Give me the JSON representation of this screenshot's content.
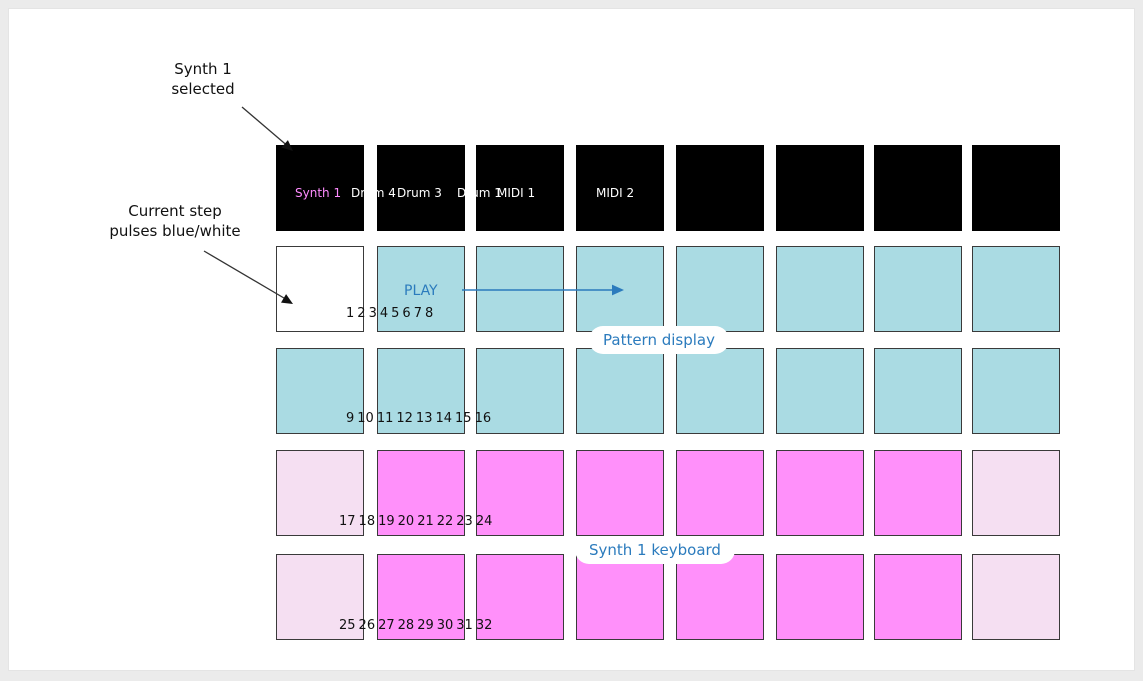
{
  "colors": {
    "black_pad": "#000000",
    "current_step": "#ffffff",
    "pattern": "#aadbe3",
    "key_bright": "#ff90fa",
    "key_pale": "#f5dff2",
    "accent_blue": "#2b7bbd",
    "selected_track_text": "#ff8cff"
  },
  "tracks": [
    "Synth 1",
    "Drum 4",
    "Drum 3",
    "Drum 1",
    "MIDI 1",
    "MIDI 2"
  ],
  "callouts": {
    "synth_selected": [
      "Synth 1",
      "selected"
    ],
    "current_step": [
      "Current step",
      "pulses blue/white"
    ]
  },
  "labels": {
    "play": "PLAY",
    "pattern_display": "Pattern display",
    "synth_keyboard": "Synth 1 keyboard"
  },
  "step_numbers": [
    [
      "1",
      "2",
      "3",
      "4",
      "5",
      "6",
      "7",
      "8"
    ],
    [
      "9",
      "10",
      "11",
      "12",
      "13",
      "14",
      "15",
      "16"
    ],
    [
      "17",
      "18",
      "19",
      "20",
      "21",
      "22",
      "23",
      "24"
    ],
    [
      "25",
      "26",
      "27",
      "28",
      "29",
      "30",
      "31",
      "32"
    ]
  ],
  "grid": [
    [
      "black",
      "black",
      "black",
      "black",
      "black",
      "black",
      "black",
      "black"
    ],
    [
      "current_step",
      "pattern",
      "pattern",
      "pattern",
      "pattern",
      "pattern",
      "pattern",
      "pattern"
    ],
    [
      "pattern",
      "pattern",
      "pattern",
      "pattern",
      "pattern",
      "pattern",
      "pattern",
      "pattern"
    ],
    [
      "key_pale",
      "key_bright",
      "key_bright",
      "key_bright",
      "key_bright",
      "key_bright",
      "key_bright",
      "key_pale"
    ],
    [
      "key_pale",
      "key_bright",
      "key_bright",
      "key_bright",
      "key_bright",
      "key_bright",
      "key_bright",
      "key_pale"
    ]
  ]
}
